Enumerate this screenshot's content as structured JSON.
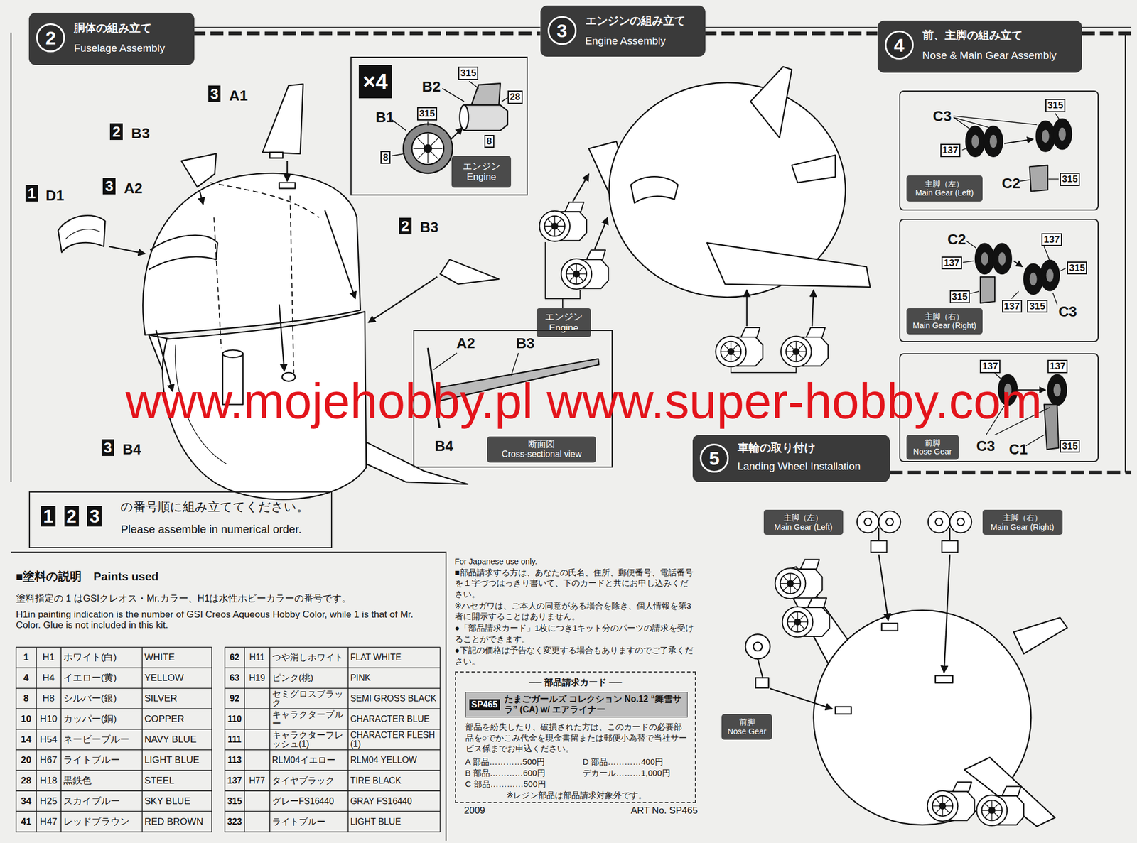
{
  "diagram": {
    "nodes": [
      {
        "text": [
          "2",
          "胴体の組み立て",
          "Fuselage Assembly"
        ]
      },
      {
        "text": [
          "3",
          "エンジンの組み立て",
          "Engine Assembly"
        ]
      },
      {
        "text": [
          "4",
          "前、主脚の組み立て",
          "Nose & Main Gear Assembly"
        ]
      },
      {
        "text": [
          "×4"
        ]
      },
      {
        "text": [
          "エンジン",
          "Engine"
        ],
        "in": 3
      },
      {
        "text": [
          "エンジン",
          "Engine"
        ]
      },
      {
        "text": [
          "エンジン",
          "Engine"
        ]
      },
      {
        "text": [
          "A2",
          "B3",
          "B4"
        ]
      },
      {
        "text": [
          "断面図",
          "Cross-sectional view"
        ],
        "in": 7
      },
      {
        "text": [
          "C3",
          "315",
          "137",
          "C2",
          "315"
        ]
      },
      {
        "text": [
          "主脚（左）",
          "Main Gear (Left)"
        ],
        "in": 9
      },
      {
        "text": [
          "C2",
          "137",
          "137",
          "315",
          "315",
          "137",
          "315",
          "C3"
        ]
      },
      {
        "text": [
          "主脚（右）",
          "Main Gear (Right)"
        ],
        "in": 11
      },
      {
        "text": [
          "137",
          "137",
          "C3",
          "C1",
          "315"
        ]
      },
      {
        "text": [
          "前脚",
          "Nose Gear"
        ],
        "in": 13
      },
      {
        "text": [
          "5",
          "車輪の取り付け",
          "Landing Wheel Installation"
        ]
      },
      {
        "text": [
          "主脚（左）",
          "Main Gear (Left)"
        ]
      },
      {
        "text": [
          "主脚（右）",
          "Main Gear (Right)"
        ]
      },
      {
        "text": [
          "前脚",
          "Nose Gear"
        ]
      },
      {
        "text": [
          "1",
          "2",
          "3",
          "の番号順に組み立ててください。",
          "Please assemble in numerical order."
        ]
      },
      {
        "text": [
          "── 部品請求カード ──",
          "部品を紛失したり、破損された方は、このカードの必要部品を○でかこみ代金を現金書留または郵便小為替で当社サービス係までお申込ください。",
          "A 部品…………500円",
          "D 部品…………400円",
          "B 部品…………600円",
          "デカール………1,000円",
          "C 部品…………500円",
          "※レジン部品は部品請求対象外です。"
        ]
      },
      {
        "text": [
          "SP465",
          "たまごガールズ コレクション No.12 “舞雪サラ” (CA) w/ エアライナー"
        ],
        "in": 20
      }
    ],
    "labels": [
      "3",
      "A1",
      "2",
      "B3",
      "1",
      "D1",
      "3",
      "A2",
      "2",
      "B3",
      "3",
      "B4",
      "B2",
      "315",
      "28",
      "B1",
      "315",
      "8",
      "8",
      "■塗料の説明　Paints used",
      "塗料指定の 1 はGSIクレオス・Mr.カラー、H1は水性ホビーカラーの番号です。",
      "H1in painting indication is the number of GSI Creos Aqueous Hobby Color, while 1 is that of Mr. Color. Glue is not included in this kit.",
      "1",
      "H1",
      "ホワイト(白)",
      "WHITE",
      "4",
      "H4",
      "イエロー(黄)",
      "YELLOW",
      "8",
      "H8",
      "シルバー(銀)",
      "SILVER",
      "10",
      "H10",
      "カッパー(銅)",
      "COPPER",
      "14",
      "H54",
      "ネービーブルー",
      "NAVY BLUE",
      "20",
      "H67",
      "ライトブルー",
      "LIGHT BLUE",
      "28",
      "H18",
      "黒鉄色",
      "STEEL",
      "34",
      "H25",
      "スカイブルー",
      "SKY BLUE",
      "41",
      "H47",
      "レッドブラウン",
      "RED BROWN",
      "62",
      "H11",
      "つや消しホワイト",
      "FLAT WHITE",
      "63",
      "H19",
      "ピンク(桃)",
      "PINK",
      "92",
      "セミグロスブラック",
      "SEMI GROSS BLACK",
      "110",
      "キャラクターブルー",
      "CHARACTER BLUE",
      "111",
      "キャラクターフレッシュ(1)",
      "CHARACTER FLESH (1)",
      "113",
      "RLM04イエロー",
      "RLM04 YELLOW",
      "137",
      "H77",
      "タイヤブラック",
      "TIRE BLACK",
      "315",
      "グレーFS16440",
      "GRAY FS16440",
      "323",
      "ライトブルー",
      "LIGHT BLUE",
      "For Japanese use only.",
      "■部品請求する方は、あなたの氏名、住所、郵便番号、電話番号を１字づつはっきり書いて、下のカードと共にお申し込みください。",
      "※ハセガワは、ご本人の同意がある場合を除き、個人情報を第3者に開示することはありません。",
      "●「部品請求カード」1枚につき1キット分のパーツの請求を受けることができます。",
      "●下記の価格は予告なく変更する場合もありますのでご了承ください。",
      "2009",
      "ART No. SP465",
      "www.mojehobby.pl www.super-hobby.com"
    ]
  }
}
